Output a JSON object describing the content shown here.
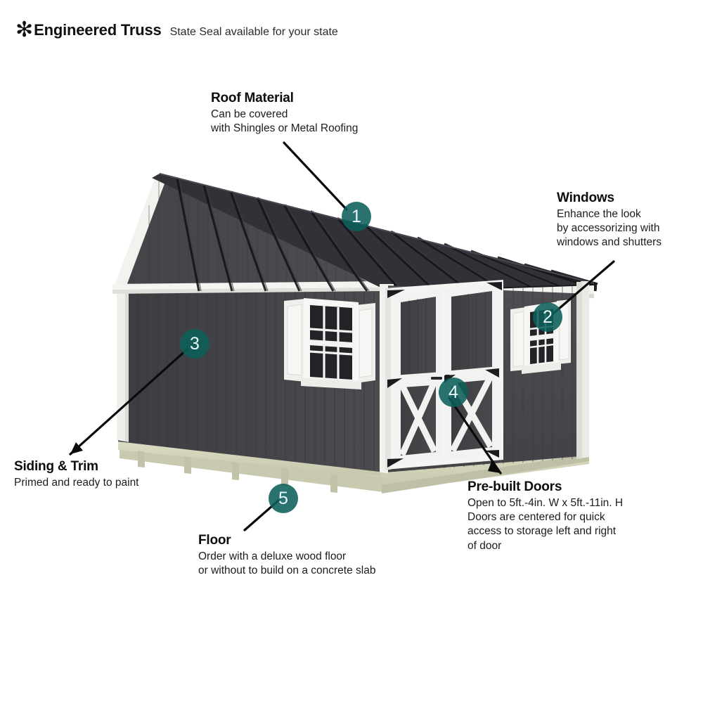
{
  "header": {
    "asterisk": "✻",
    "title": "Engineered Truss",
    "subtitle": "State Seal available for your state"
  },
  "colors": {
    "badge_teal": "#0D5F5A",
    "badge_text": "#E9F7F6",
    "siding_dark": "#4A4A4E",
    "siding_shadow": "#3A3A3E",
    "roof_dark": "#2F2F33",
    "trim_white": "#F4F4F2",
    "floor_khaki": "#D6D6BC",
    "leader_line": "#0A0A0A",
    "text": "#1A1A1A",
    "background": "#FFFFFF"
  },
  "callouts": [
    {
      "number": "1",
      "id": "roof",
      "title": "Roof Material",
      "body": "Can be covered\nwith Shingles or Metal Roofing"
    },
    {
      "number": "2",
      "id": "windows",
      "title": "Windows",
      "body": "Enhance the look\nby accessorizing with\nwindows and shutters"
    },
    {
      "number": "3",
      "id": "siding",
      "title": "Siding & Trim",
      "body": "Primed and ready to paint"
    },
    {
      "number": "4",
      "id": "doors",
      "title": "Pre-built Doors",
      "body": "Open to 5ft.-4in. W x 5ft.-11in. H\nDoors are centered for quick\naccess to storage left and right\nof door"
    },
    {
      "number": "5",
      "id": "floor",
      "title": "Floor",
      "body": "Order with a deluxe wood floor\nor without to build on a concrete slab"
    }
  ],
  "product": {
    "type": "wooden storage shed",
    "features": [
      "metal standing-seam roof",
      "board and batten siding",
      "double barn doors with X-brace",
      "two windows with shutters",
      "wood floor on skids"
    ]
  }
}
